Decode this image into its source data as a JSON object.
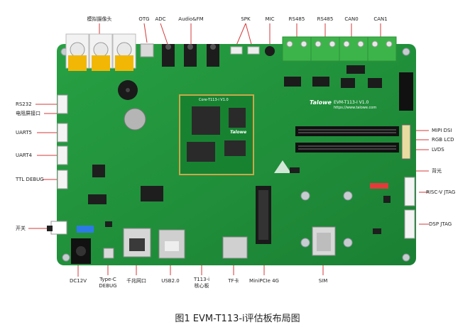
{
  "colors": {
    "pcb": "#1f8f3a",
    "pcb_dark": "#177a30",
    "leader": "#d53a3a",
    "terminal": "#3cb449",
    "rca_body": "#f2b705"
  },
  "labels": {
    "analog_camera": "模拟摄像头",
    "otg": "OTG",
    "adc": "ADC",
    "audio_fm": "Audio&FM",
    "spk": "SPK",
    "mic": "MIC",
    "rs485_1": "RS485",
    "rs485_2": "RS485",
    "can0": "CAN0",
    "can1": "CAN1",
    "rs232": "RS232",
    "resistive_touch": "电阻屏接口",
    "uart5": "UART5",
    "uart4": "UART4",
    "ttl_debug": "TTL DEBUG",
    "switch": "开关",
    "dc12v": "DC12V",
    "typec_debug": "Type-C\nDEBUG",
    "gigabit_eth": "千兆网口",
    "usb20": "USB2.0",
    "core_board": "T113-i\n核心板",
    "tf_card": "TF卡",
    "minipcie_4g": "MiniPCIe 4G",
    "sim": "SIM",
    "mipi_dsi": "MIPI DSI",
    "rgb_lcd": "RGB LCD",
    "lvds": "LVDS",
    "backlight": "背光",
    "riscv_jtag": "RISC-V JTAG",
    "dsp_jtag": "DSP JTAG"
  },
  "silkscreen": {
    "brand": "Talowe",
    "model": "EVM-T113-I V1.0",
    "url": "https://www.talowe.com",
    "core_model": "Core-T113-i V1.0",
    "core_brand": "Talowe"
  },
  "caption": "图1 EVM-T113-i评估板布局图"
}
